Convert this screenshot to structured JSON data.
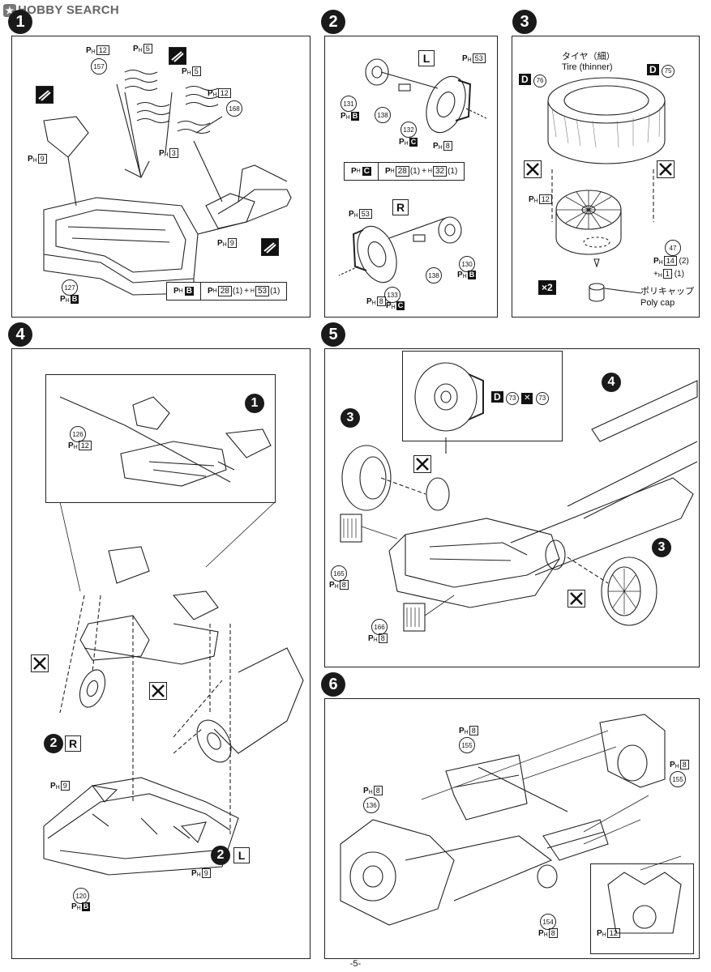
{
  "header": {
    "brand": "HOBBY SEARCH"
  },
  "footer": {
    "page": "-5-"
  },
  "colors": {
    "ink": "#1a1a1a",
    "paper": "#ffffff"
  },
  "icons": {
    "cement": "cement-brush-icon",
    "no_glue": "no-glue-icon",
    "decal": "decal-icon"
  },
  "step1": {
    "num": "1",
    "parts": [
      {
        "num": "157"
      },
      {
        "num": "168"
      },
      {
        "num": "127"
      }
    ],
    "ph": [
      {
        "label": "12"
      },
      {
        "label": "5"
      },
      {
        "label": "5"
      },
      {
        "label": "12"
      },
      {
        "label": "9"
      },
      {
        "label": "3"
      },
      {
        "label": "9"
      }
    ],
    "ph127": "B",
    "legend": {
      "left": "B",
      "right_a": "28",
      "right_a_count": "(1)",
      "right_b": "53",
      "right_b_count": "(1)",
      "plus": "+"
    }
  },
  "step2": {
    "num": "2",
    "L": "L",
    "R": "R",
    "parts": [
      {
        "num": "131"
      },
      {
        "num": "138"
      },
      {
        "num": "132"
      },
      {
        "num": "138"
      },
      {
        "num": "133"
      },
      {
        "num": "130"
      }
    ],
    "ph": [
      {
        "label": "53"
      },
      {
        "label": "B"
      },
      {
        "label": "C"
      },
      {
        "label": "8"
      },
      {
        "label": "53"
      },
      {
        "label": "8"
      },
      {
        "label": "C"
      },
      {
        "label": "B"
      }
    ],
    "legend": {
      "left": "C",
      "right_a": "28",
      "right_a_count": "(1)",
      "right_b": "32",
      "right_b_count": "(1)",
      "plus": "+"
    }
  },
  "step3": {
    "num": "3",
    "tire_jp": "タイヤ（細）",
    "tire_en": "Tire (thinner)",
    "d76": "76",
    "d75": "75",
    "D": "D",
    "ph12": "12",
    "part47": "47",
    "ph14": "14",
    "ph14_count": "(2)",
    "ph1": "1",
    "ph1_count": "(1)",
    "plus": "+",
    "x2": "×2",
    "polycap_jp": "ポリキャップ",
    "polycap_en": "Poly cap"
  },
  "step4": {
    "num": "4",
    "inset_ref": "1",
    "part126": "126",
    "ph12": "12",
    "step2R_num": "2",
    "step2R_letter": "R",
    "step2L_num": "2",
    "step2L_letter": "L",
    "ph9a": "9",
    "ph9b": "9",
    "part120": "120",
    "ph120": "B"
  },
  "step5": {
    "num": "5",
    "ref3a": "3",
    "ref3b": "3",
    "ref4": "4",
    "D": "D",
    "d73a": "73",
    "d73b": "73",
    "part165": "165",
    "ph165": "8",
    "part166": "166",
    "ph166": "8"
  },
  "step6": {
    "num": "6",
    "ph8a": "8",
    "part155a": "155",
    "ph8b": "8",
    "part155b": "155",
    "ph8c": "8",
    "part136": "136",
    "part154": "154",
    "ph8d": "8",
    "ph12": "12"
  }
}
